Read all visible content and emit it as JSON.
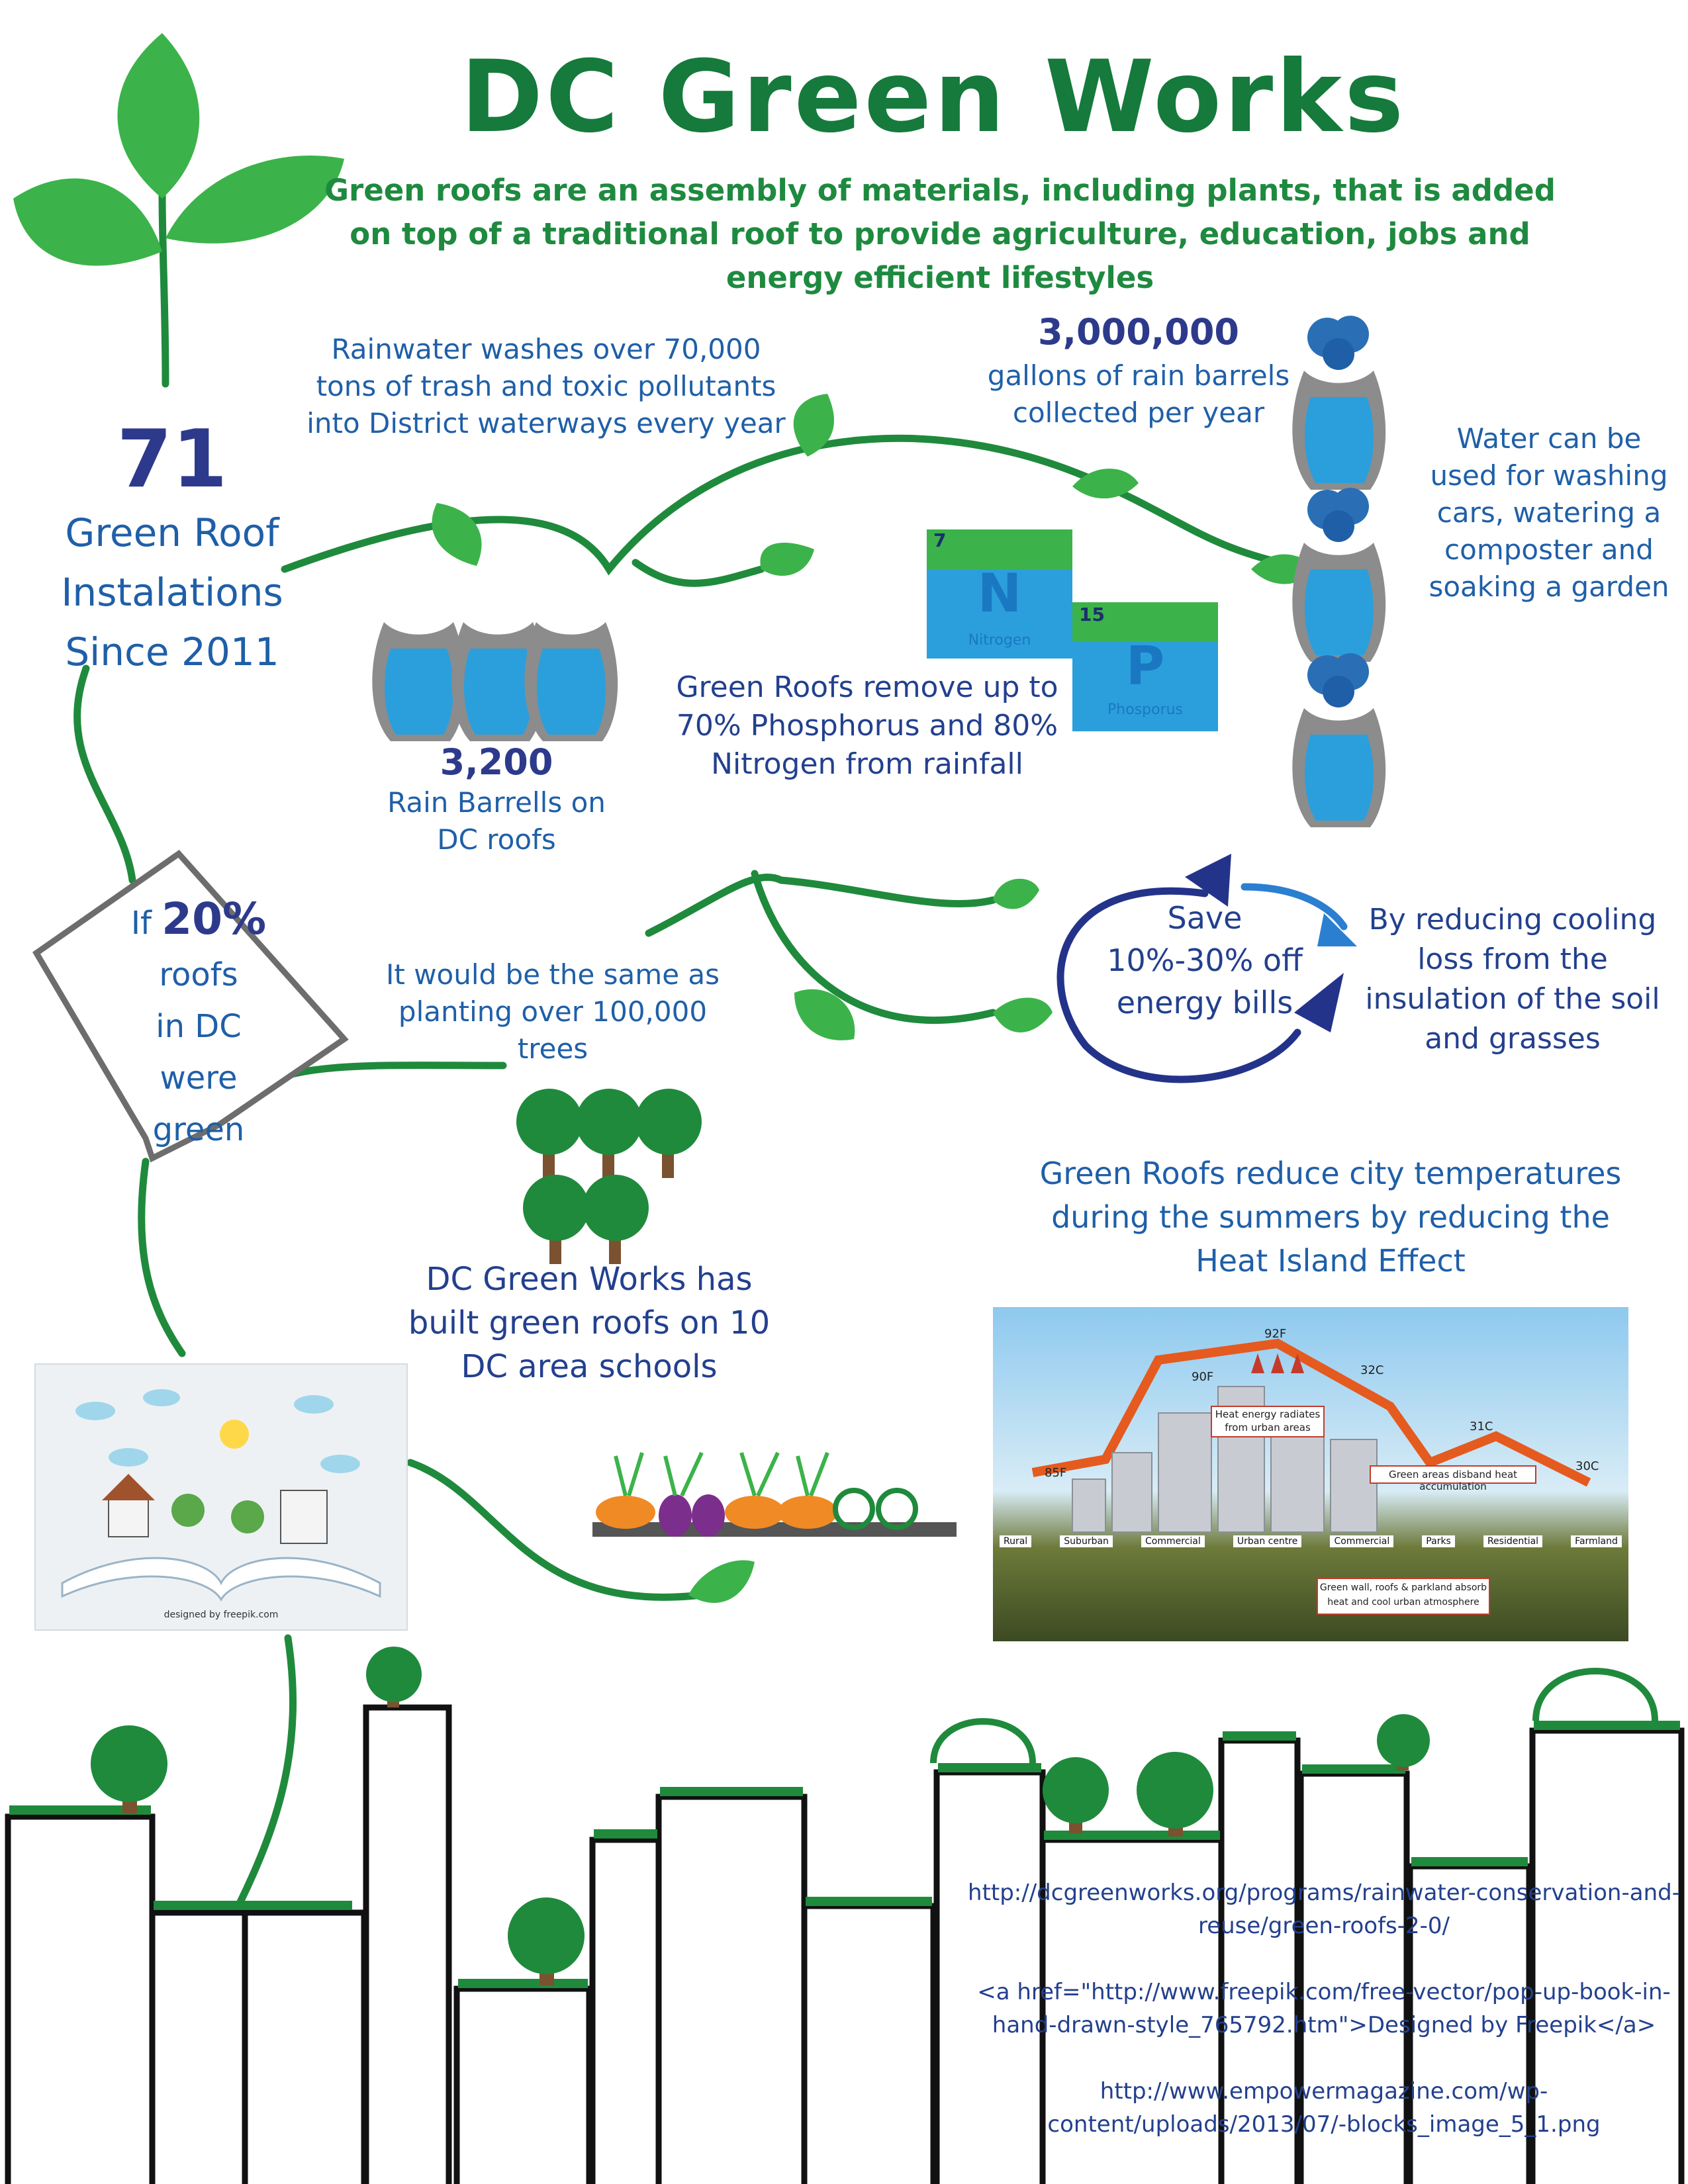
{
  "header": {
    "title": "DC Green Works",
    "subtitle": "Green roofs are an assembly of materials, including plants, that is added on top of a traditional roof to provide agriculture, education, jobs and energy efficient lifestyles"
  },
  "stats": {
    "installs_number": "71",
    "installs_label": "Green Roof Instalations Since 2011",
    "rainwater": "Rainwater washes over 70,000 tons of trash and toxic pollutants into District waterways every year",
    "gallons_number": "3,000,000",
    "gallons_label": "gallons of rain barrels collected per year",
    "water_uses": "Water can be used for washing cars, watering a composter and soaking a garden",
    "barrels_number": "3,200",
    "barrels_label": "Rain Barrells on DC roofs",
    "phosphorus": "Green Roofs remove up to 70% Phosphorus and 80% Nitrogen from rainfall",
    "dc_shape_prefix": "If",
    "dc_shape_percent": "20%",
    "dc_shape_line2": "roofs",
    "dc_shape_line3": "in DC were",
    "dc_shape_line4": "green",
    "trees": "It would be the same as planting over 100,000 trees",
    "save_text": "Save 10%-30% off energy bills",
    "cooling": "By reducing cooling loss from the insulation of the soil and grasses",
    "heat_island": "Green Roofs reduce city temperatures during the summers by reducing the Heat Island Effect",
    "schools": "DC Green Works has built green roofs on 10 DC area schools"
  },
  "elements": {
    "nitrogen_number": "7",
    "nitrogen_symbol": "N",
    "nitrogen_name": "Nitrogen",
    "phosphorus_number": "15",
    "phosphorus_symbol": "P",
    "phosphorus_name": "Phosporus"
  },
  "popup_credit": "designed by freepik.com",
  "heat_diagram": {
    "temps": [
      "85F",
      "90F",
      "92F",
      "32C",
      "31C",
      "30C"
    ],
    "callout_top": "Heat energy radiates from urban areas",
    "callout_right": "Green areas disband heat accumulation",
    "callout_bottom": "Green wall, roofs & parkland absorb heat and cool urban atmosphere",
    "zones": [
      "Rural",
      "Suburban",
      "Commercial",
      "Urban centre",
      "Commercial",
      "Parks",
      "Residential",
      "Farmland"
    ]
  },
  "sources": {
    "link1": "http://dcgreenworks.org/programs/rainwater-conservation-and-reuse/green-roofs-2-0/",
    "link2": "<a href=\"http://www.freepik.com/free-vector/pop-up-book-in-hand-drawn-style_765792.htm\">Designed by Freepik</a>",
    "link3": "http://www.empowermagazine.com/wp-content/uploads/2013/07/-blocks_image_5_1.png"
  },
  "colors": {
    "title_green": "#157a3c",
    "vine_green": "#1f8a3c",
    "leaf_green": "#3bb34a",
    "text_blue": "#1f5fa8",
    "stat_navy": "#2d3a8c",
    "water_blue": "#2b9fdc"
  }
}
